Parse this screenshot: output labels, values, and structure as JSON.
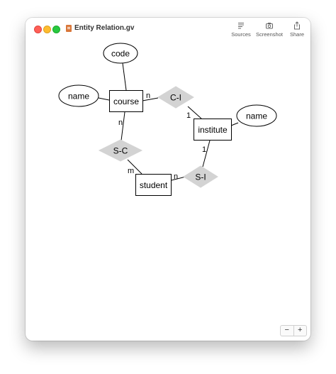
{
  "window": {
    "title": "Entity Relation.gv",
    "toolbar": {
      "sources_label": "Sources",
      "screenshot_label": "Screenshot",
      "share_label": "Share"
    },
    "zoom": {
      "out_label": "−",
      "in_label": "+"
    }
  },
  "diagram": {
    "entities": {
      "course": "course",
      "institute": "institute",
      "student": "student"
    },
    "attributes": {
      "course_code": "code",
      "course_name": "name",
      "institute_name": "name"
    },
    "relationships": {
      "c_i": "C-I",
      "s_c": "S-C",
      "s_i": "S-I"
    },
    "cardinalities": {
      "course_c_i": "n",
      "c_i_institute": "1",
      "course_s_c": "n",
      "s_c_student": "m",
      "student_s_i": "n",
      "s_i_institute": "1"
    },
    "colors": {
      "relationship_fill": "#d3d3d3",
      "stroke": "#000000"
    }
  }
}
